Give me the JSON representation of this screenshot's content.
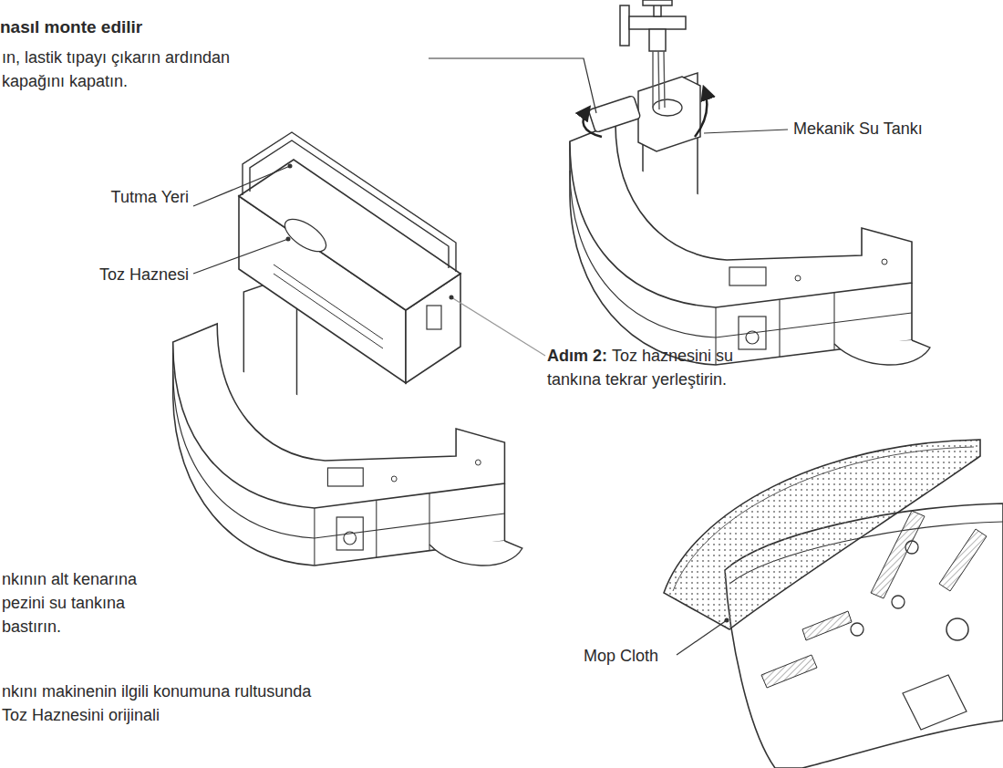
{
  "diagram": {
    "title": "nasıl monte edilir",
    "labels": [
      "ın, lastik tıpayı çıkarın ardından kapağını kapatın.",
      "Tutma Yeri",
      "Toz Haznesi",
      "Mekanik Su Tankı",
      "Adım 2:",
      "Toz haznesini su tankına tekrar yerleştirin.",
      "nkının alt kenarına pezini su tankına bastırın.",
      "nkını makinenin ilgili konumuna rultusunda Toz Haznesini orijinali",
      "Mop Cloth"
    ]
  }
}
